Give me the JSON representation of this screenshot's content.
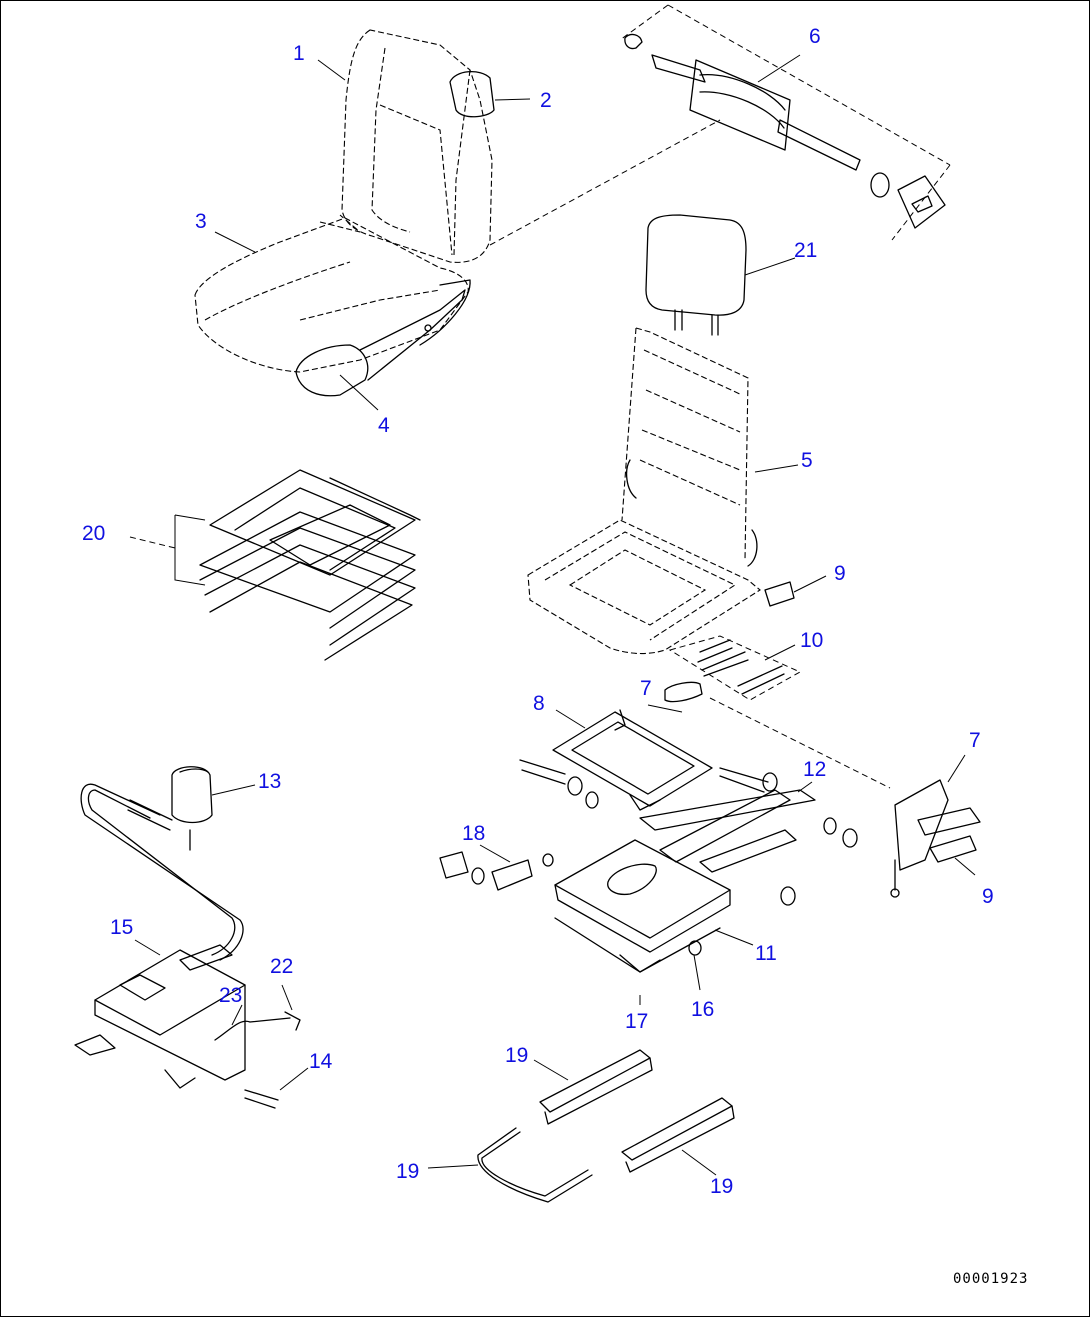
{
  "figure_number": "00001923",
  "callouts": {
    "c1": "1",
    "c2": "2",
    "c3": "3",
    "c4": "4",
    "c5": "5",
    "c6": "6",
    "c7a": "7",
    "c7b": "7",
    "c8": "8",
    "c9a": "9",
    "c9b": "9",
    "c10": "10",
    "c11": "11",
    "c12": "12",
    "c13": "13",
    "c14": "14",
    "c15": "15",
    "c16": "16",
    "c17": "17",
    "c18": "18",
    "c19a": "19",
    "c19b": "19",
    "c19c": "19",
    "c20": "20",
    "c21": "21",
    "c22": "22",
    "c23": "23"
  },
  "colors": {
    "callout": "#1010e0",
    "linework": "#000000",
    "background": "#ffffff"
  }
}
